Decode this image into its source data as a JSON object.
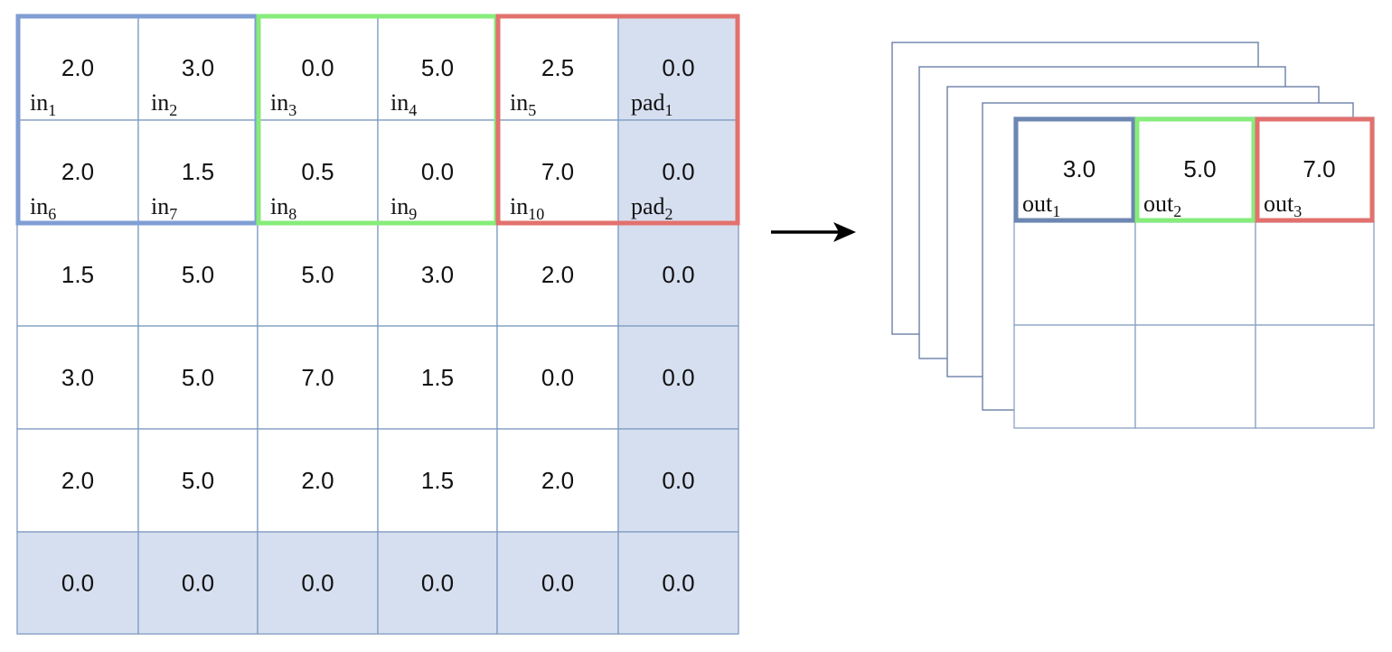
{
  "input_grid": {
    "rows": [
      [
        "2.0",
        "3.0",
        "0.0",
        "5.0",
        "2.5",
        "0.0"
      ],
      [
        "2.0",
        "1.5",
        "0.5",
        "0.0",
        "7.0",
        "0.0"
      ],
      [
        "1.5",
        "5.0",
        "5.0",
        "3.0",
        "2.0",
        "0.0"
      ],
      [
        "3.0",
        "5.0",
        "7.0",
        "1.5",
        "0.0",
        "0.0"
      ],
      [
        "2.0",
        "5.0",
        "2.0",
        "1.5",
        "2.0",
        "0.0"
      ],
      [
        "0.0",
        "0.0",
        "0.0",
        "0.0",
        "0.0",
        "0.0"
      ]
    ],
    "labels": [
      [
        {
          "base": "in",
          "sub": "1"
        },
        {
          "base": "in",
          "sub": "2"
        },
        {
          "base": "in",
          "sub": "3"
        },
        {
          "base": "in",
          "sub": "4"
        },
        {
          "base": "in",
          "sub": "5"
        },
        {
          "base": "pad",
          "sub": "1"
        }
      ],
      [
        {
          "base": "in",
          "sub": "6"
        },
        {
          "base": "in",
          "sub": "7"
        },
        {
          "base": "in",
          "sub": "8"
        },
        {
          "base": "in",
          "sub": "9"
        },
        {
          "base": "in",
          "sub": "10"
        },
        {
          "base": "pad",
          "sub": "2"
        }
      ]
    ],
    "padding_fill": "#d6dff0",
    "grid_line_color": "#7f9cc0"
  },
  "pool_windows": [
    {
      "color": "#7f9ed4"
    },
    {
      "color": "#86ec7a"
    },
    {
      "color": "#e2716e"
    }
  ],
  "output_grid": {
    "values": [
      "3.0",
      "5.0",
      "7.0"
    ],
    "labels": [
      {
        "base": "out",
        "sub": "1"
      },
      {
        "base": "out",
        "sub": "2"
      },
      {
        "base": "out",
        "sub": "3"
      }
    ],
    "window_colors": [
      "#6d87b2",
      "#86ec7a",
      "#e2716e"
    ]
  }
}
